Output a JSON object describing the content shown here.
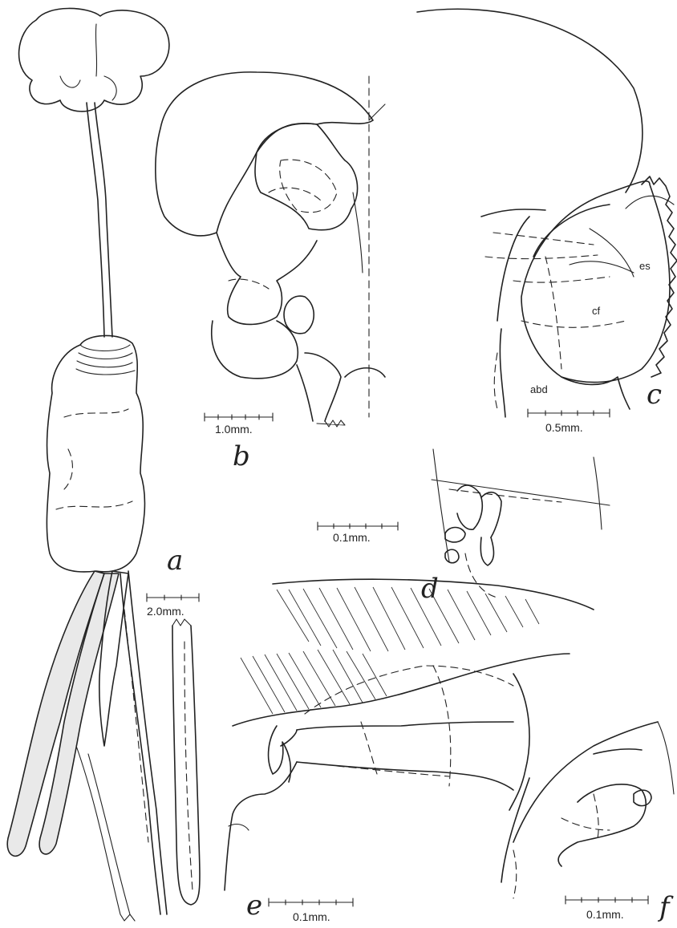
{
  "figures": [
    {
      "id": "a",
      "letter": "a",
      "scale": "2.0mm."
    },
    {
      "id": "b",
      "letter": "b",
      "scale": "1.0mm."
    },
    {
      "id": "c",
      "letter": "c",
      "scale": "0.5mm.",
      "annotations": [
        "es",
        "cf",
        "abd"
      ]
    },
    {
      "id": "d",
      "letter": "d",
      "scale": "0.1mm."
    },
    {
      "id": "e",
      "letter": "e",
      "scale": "0.1mm."
    },
    {
      "id": "f",
      "letter": "f",
      "scale": "0.1mm."
    }
  ],
  "colors": {
    "ink": "#222222",
    "stipple": "#e9e9e9",
    "paper": "#ffffff"
  }
}
